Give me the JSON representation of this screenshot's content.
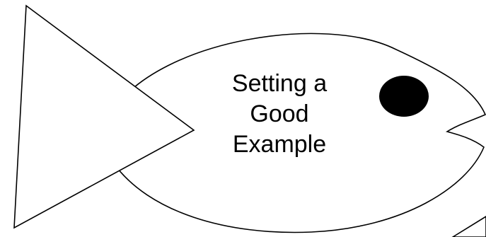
{
  "fish": {
    "label_lines": [
      "Setting a",
      "Good",
      "Example"
    ]
  }
}
